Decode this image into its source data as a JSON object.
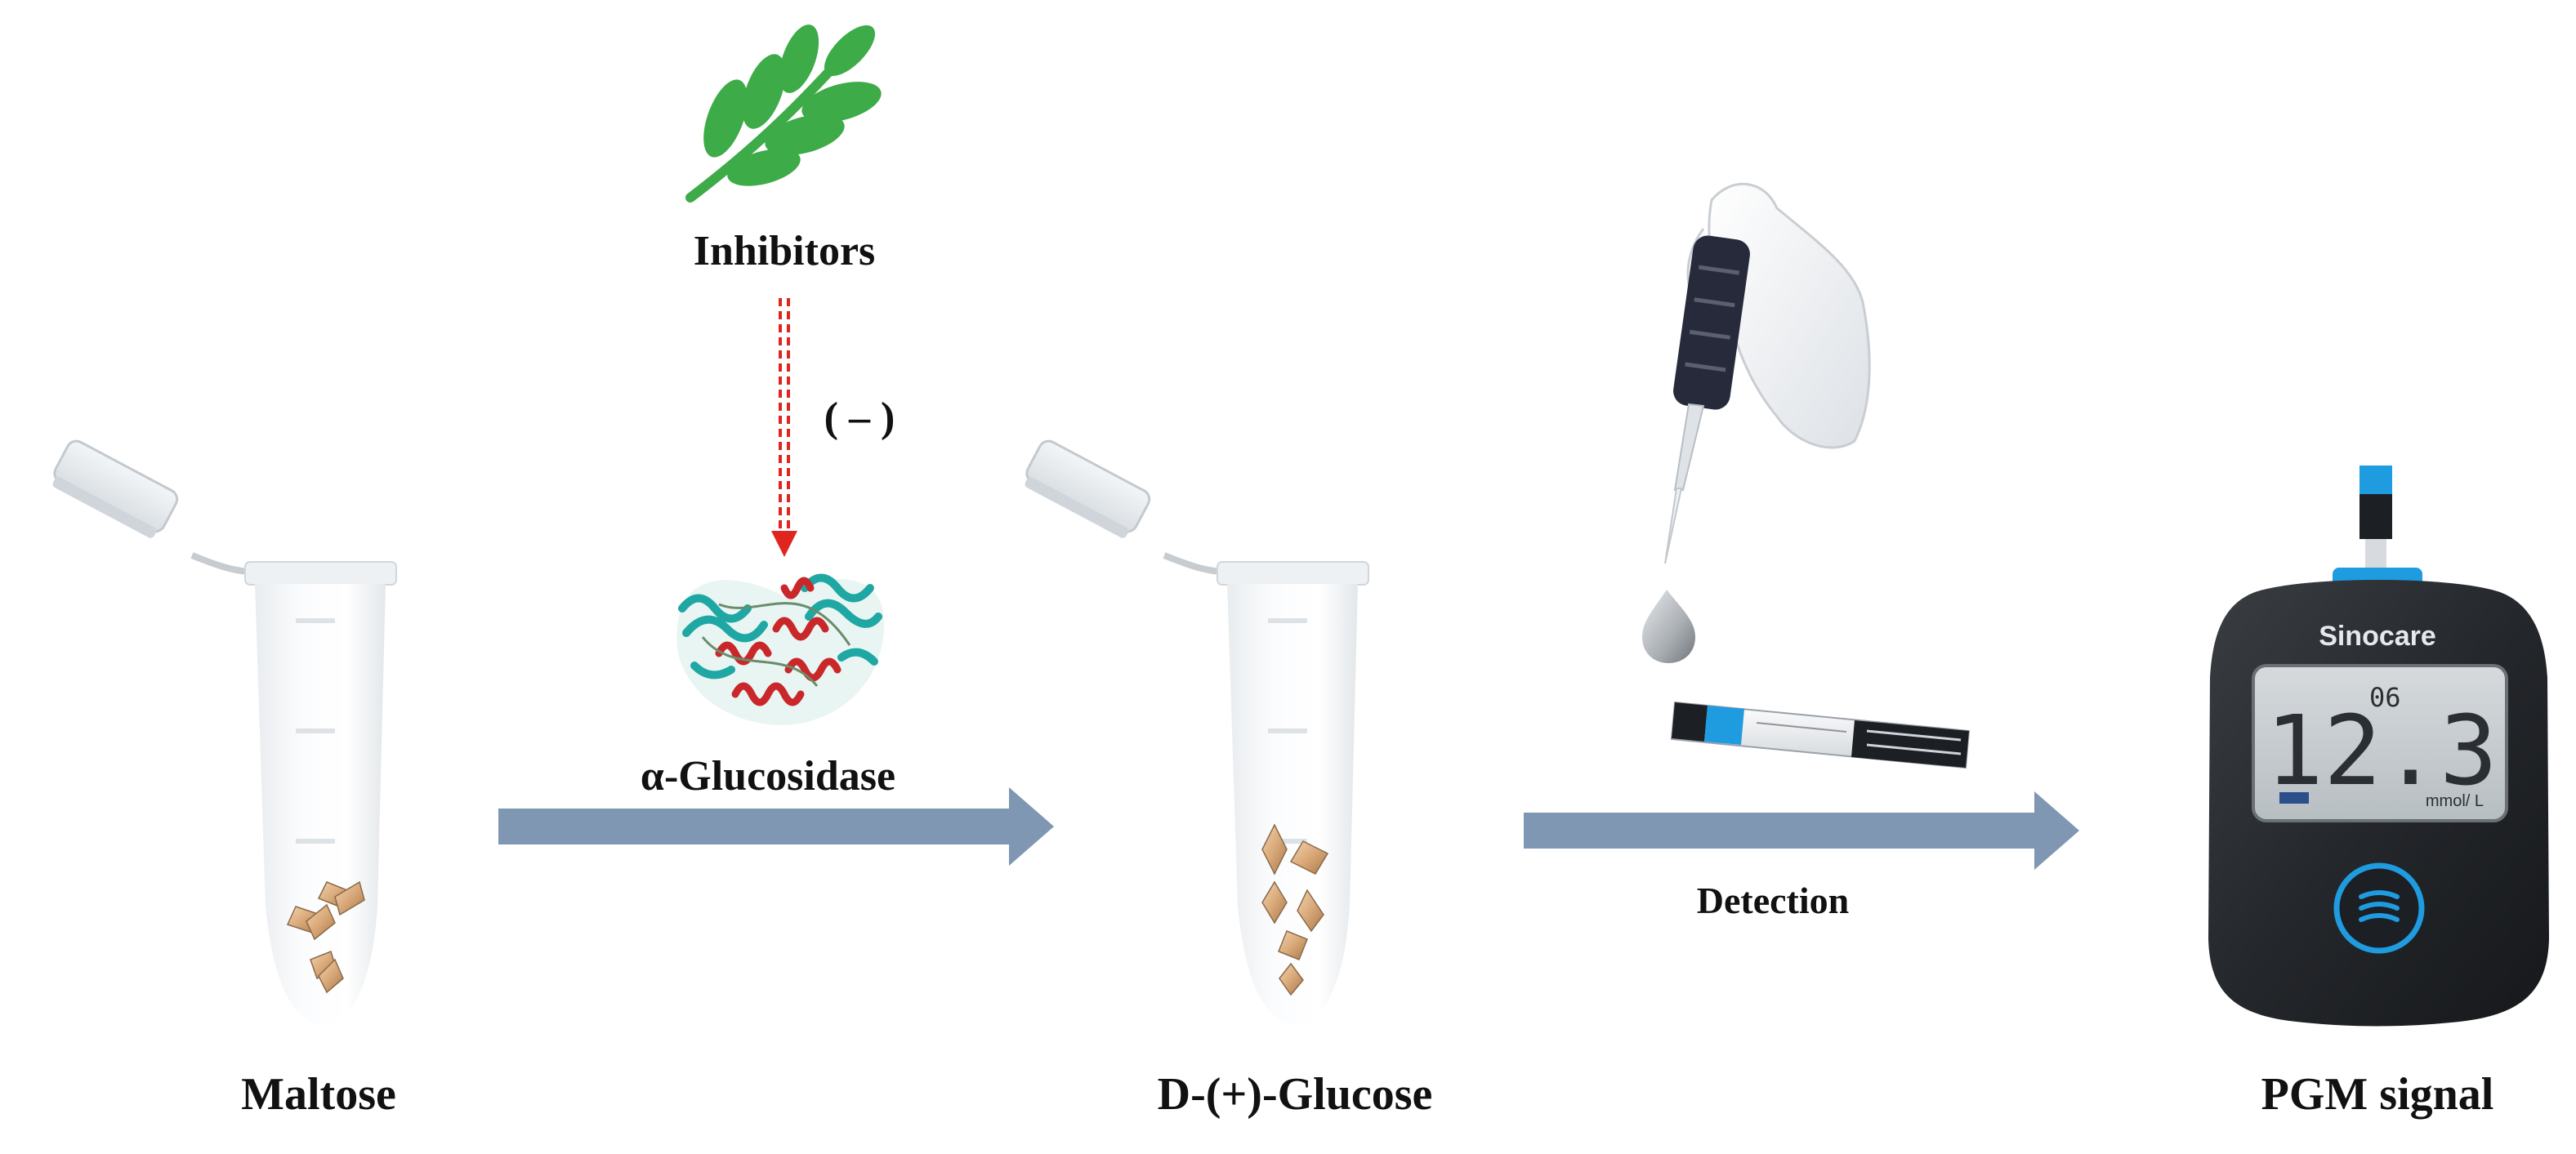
{
  "labels": {
    "inhibitors": "Inhibitors",
    "inhibition_sign": "( – )",
    "enzyme": "α-Glucosidase",
    "substrate": "Maltose",
    "product": "D-(+)-Glucose",
    "detection": "Detection",
    "readout": "PGM signal"
  },
  "meter": {
    "brand": "Sinocare",
    "reading": "12.3",
    "units": "mmol/ L",
    "memory": "06"
  },
  "colors": {
    "flow_arrow": "#7f97b2",
    "inhibition_arrow": "#e0251f",
    "leaf": "#3dab48",
    "meter_body": "#2a2d31",
    "meter_accent": "#1f9be0",
    "lcd": "#c9cfd2",
    "crystal": "#d9b18a"
  },
  "icons": {
    "plant": "leaf-sprig-icon",
    "enzyme": "protein-structure-icon",
    "tube": "microcentrifuge-tube-icon",
    "pipette": "hand-pipette-icon",
    "strip": "test-strip-icon",
    "meter": "glucose-meter-icon"
  }
}
